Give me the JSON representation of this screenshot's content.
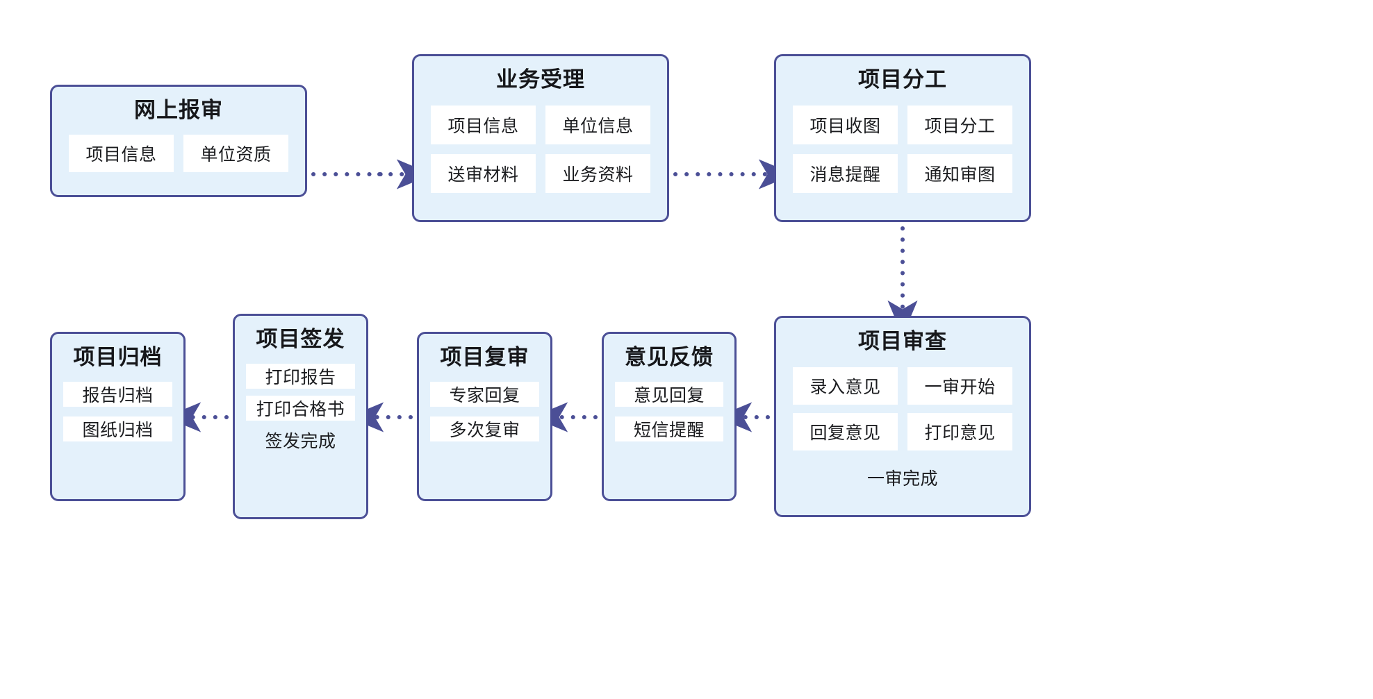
{
  "diagram": {
    "type": "flowchart",
    "colors": {
      "node_border": "#4b4f96",
      "node_fill": "#e4f1fb",
      "chip_fill": "#ffffff",
      "arrow": "#4b4f96",
      "background": "#ffffff",
      "text": "#16171a"
    },
    "nodes": [
      {
        "id": "wangshang",
        "title": "网上报审",
        "rows": [
          [
            "项目信息",
            "单位资质"
          ]
        ]
      },
      {
        "id": "yewu",
        "title": "业务受理",
        "rows": [
          [
            "项目信息",
            "单位信息"
          ],
          [
            "送审材料",
            "业务资料"
          ]
        ]
      },
      {
        "id": "fengong",
        "title": "项目分工",
        "rows": [
          [
            "项目收图",
            "项目分工"
          ],
          [
            "消息提醒",
            "通知审图"
          ]
        ]
      },
      {
        "id": "shencha",
        "title": "项目审查",
        "rows": [
          [
            "录入意见",
            "一审开始"
          ],
          [
            "回复意见",
            "打印意见"
          ]
        ],
        "footer": "一审完成"
      },
      {
        "id": "fankui",
        "title": "意见反馈",
        "rows": [
          [
            "意见回复"
          ],
          [
            "短信提醒"
          ]
        ]
      },
      {
        "id": "fushen",
        "title": "项目复审",
        "rows": [
          [
            "专家回复"
          ],
          [
            "多次复审"
          ]
        ]
      },
      {
        "id": "qianfa",
        "title": "项目签发",
        "rows": [
          [
            "打印报告"
          ],
          [
            "打印合格书"
          ]
        ],
        "footer": "签发完成"
      },
      {
        "id": "guidang",
        "title": "项目归档",
        "rows": [
          [
            "报告归档"
          ],
          [
            "图纸归档"
          ]
        ]
      }
    ],
    "edges": [
      {
        "id": "e1",
        "from": "网上报审",
        "to": "业务受理",
        "style": "dotted",
        "direction": "right"
      },
      {
        "id": "e2",
        "from": "业务受理",
        "to": "项目分工",
        "style": "dotted",
        "direction": "right"
      },
      {
        "id": "e3",
        "from": "项目分工",
        "to": "项目审查",
        "style": "dotted",
        "direction": "down"
      },
      {
        "id": "e4",
        "from": "项目审查",
        "to": "意见反馈",
        "style": "dotted",
        "direction": "left"
      },
      {
        "id": "e5",
        "from": "意见反馈",
        "to": "项目复审",
        "style": "dotted",
        "direction": "left"
      },
      {
        "id": "e6",
        "from": "项目复审",
        "to": "项目签发",
        "style": "dotted",
        "direction": "left"
      },
      {
        "id": "e7",
        "from": "项目签发",
        "to": "项目归档",
        "style": "dotted",
        "direction": "left"
      }
    ]
  }
}
